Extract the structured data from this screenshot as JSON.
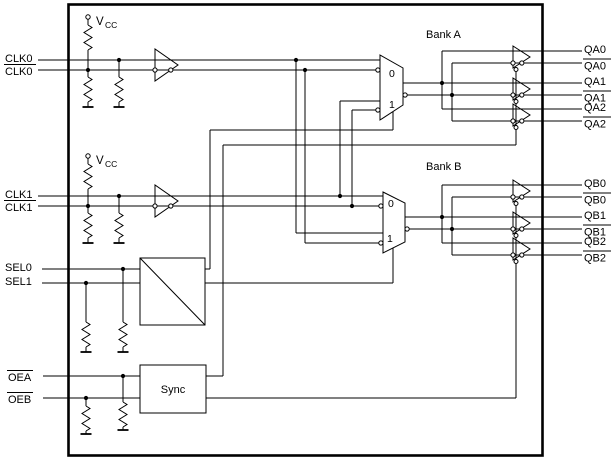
{
  "diagram": {
    "title": "clock-mux-fanout-buffer-block-diagram",
    "background": "#ffffff",
    "line_color": "#000000",
    "inputs": [
      {
        "id": "CLK0",
        "label": "CLK0",
        "active_low": false
      },
      {
        "id": "CLK0_N",
        "label": "CLK0",
        "active_low": true
      },
      {
        "id": "CLK1",
        "label": "CLK1",
        "active_low": false
      },
      {
        "id": "CLK1_N",
        "label": "CLK1",
        "active_low": true
      },
      {
        "id": "SEL0",
        "label": "SEL0",
        "active_low": false
      },
      {
        "id": "SEL1",
        "label": "SEL1",
        "active_low": false
      },
      {
        "id": "OEA_N",
        "label": "OEA",
        "active_low": true
      },
      {
        "id": "OEB_N",
        "label": "OEB",
        "active_low": true
      }
    ],
    "outputs": [
      {
        "id": "QA0",
        "label": "QA0",
        "active_low": false
      },
      {
        "id": "QA0_N",
        "label": "QA0",
        "active_low": true
      },
      {
        "id": "QA1",
        "label": "QA1",
        "active_low": false
      },
      {
        "id": "QA1_N",
        "label": "QA1",
        "active_low": true
      },
      {
        "id": "QA2",
        "label": "QA2",
        "active_low": false
      },
      {
        "id": "QA2_N",
        "label": "QA2",
        "active_low": true
      },
      {
        "id": "QB0",
        "label": "QB0",
        "active_low": false
      },
      {
        "id": "QB0_N",
        "label": "QB0",
        "active_low": true
      },
      {
        "id": "QB1",
        "label": "QB1",
        "active_low": false
      },
      {
        "id": "QB1_N",
        "label": "QB1",
        "active_low": true
      },
      {
        "id": "QB2",
        "label": "QB2",
        "active_low": false
      },
      {
        "id": "QB2_N",
        "label": "QB2",
        "active_low": true
      }
    ],
    "banks": {
      "bank_a": "Bank A",
      "bank_b": "Bank B"
    },
    "mux": {
      "input0": "0",
      "input1": "1"
    },
    "sync_block": "Sync",
    "power": {
      "symbol": "V",
      "subscript": "CC"
    }
  }
}
